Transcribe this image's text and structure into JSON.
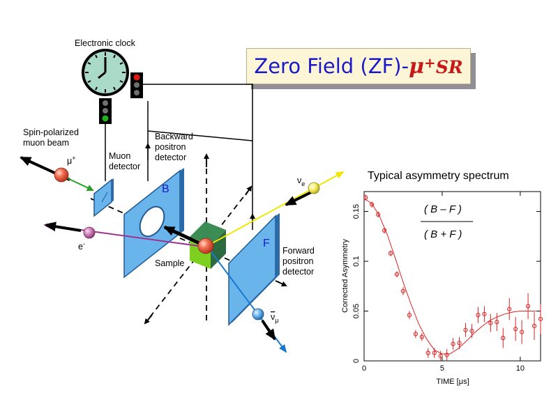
{
  "slide_title": {
    "prefix": "Zero Field (ZF)-",
    "mu": "μ",
    "plus": "+",
    "suffix": "SR"
  },
  "labels": {
    "electronic_clock": "Electronic clock",
    "beam_line1": "Spin-polarized",
    "beam_line2": "muon beam",
    "mu_plus": "μ",
    "mu_plus_sup": "+",
    "muon_detector_line1": "Muon",
    "muon_detector_line2": "detector",
    "backward_line1": "Backward",
    "backward_line2": "positron",
    "backward_line3": "detector",
    "detector_b": "B",
    "detector_f": "F",
    "forward_line1": "Forward",
    "forward_line2": "positron",
    "forward_line3": "detector",
    "sample": "Sample",
    "electron": "e",
    "electron_sup": "-",
    "nu_e": "ν",
    "nu_e_sub": "e",
    "nu_mu_bar": "ν",
    "nu_mu_sub": "μ"
  },
  "colors": {
    "title_blue": "#1a1ac8",
    "title_red": "#c81818",
    "detector_blue": "#6ab4ec",
    "sample_green": "#2e7a46",
    "data_red": "#e02020"
  },
  "chart_data": {
    "type": "scatter",
    "title": "Typical asymmetry spectrum",
    "formula_numerator": "( B – F )",
    "formula_denominator": "( B + F )",
    "xlabel": "TIME  [μs]",
    "ylabel": "Corrected Asymmetry",
    "xlim": [
      0,
      11.3
    ],
    "ylim": [
      0,
      0.17
    ],
    "xticks": [
      0,
      5,
      10
    ],
    "xtick_labels": [
      "0",
      "5",
      "10"
    ],
    "yticks": [
      0,
      0.05,
      0.1,
      0.15
    ],
    "ytick_labels": [
      "0",
      "0.05",
      "0.1",
      "0.15"
    ],
    "grid": false,
    "series": [
      {
        "style": "points-with-errorbars",
        "x": [
          0.1,
          0.5,
          0.9,
          1.3,
          1.7,
          2.1,
          2.5,
          2.9,
          3.3,
          3.7,
          4.1,
          4.5,
          4.9,
          5.3,
          5.7,
          6.1,
          6.5,
          6.9,
          7.3,
          7.7,
          8.1,
          8.5,
          8.9,
          9.3,
          9.7,
          10.1,
          10.5,
          10.9,
          11.3
        ],
        "y": [
          0.164,
          0.157,
          0.147,
          0.131,
          0.108,
          0.087,
          0.07,
          0.046,
          0.027,
          0.024,
          0.008,
          0.008,
          0.005,
          0.006,
          0.017,
          0.018,
          0.031,
          0.03,
          0.046,
          0.047,
          0.038,
          0.039,
          0.023,
          0.052,
          0.032,
          0.029,
          0.055,
          0.035,
          0.042
        ],
        "err": [
          0.003,
          0.003,
          0.003,
          0.003,
          0.003,
          0.003,
          0.004,
          0.004,
          0.004,
          0.004,
          0.005,
          0.005,
          0.005,
          0.006,
          0.006,
          0.006,
          0.007,
          0.007,
          0.008,
          0.008,
          0.009,
          0.009,
          0.01,
          0.011,
          0.012,
          0.012,
          0.013,
          0.014,
          0.015
        ]
      },
      {
        "style": "fit-line",
        "x": [
          0,
          0.5,
          1,
          1.5,
          2,
          2.5,
          3,
          3.5,
          4,
          4.5,
          5,
          5.5,
          6,
          6.5,
          7,
          7.5,
          8,
          8.5,
          9,
          9.5,
          10,
          10.5,
          11
        ],
        "y": [
          0.163,
          0.158,
          0.145,
          0.126,
          0.103,
          0.079,
          0.057,
          0.037,
          0.022,
          0.011,
          0.007,
          0.007,
          0.012,
          0.019,
          0.027,
          0.034,
          0.04,
          0.044,
          0.047,
          0.049,
          0.05,
          0.05,
          0.05
        ]
      }
    ]
  }
}
